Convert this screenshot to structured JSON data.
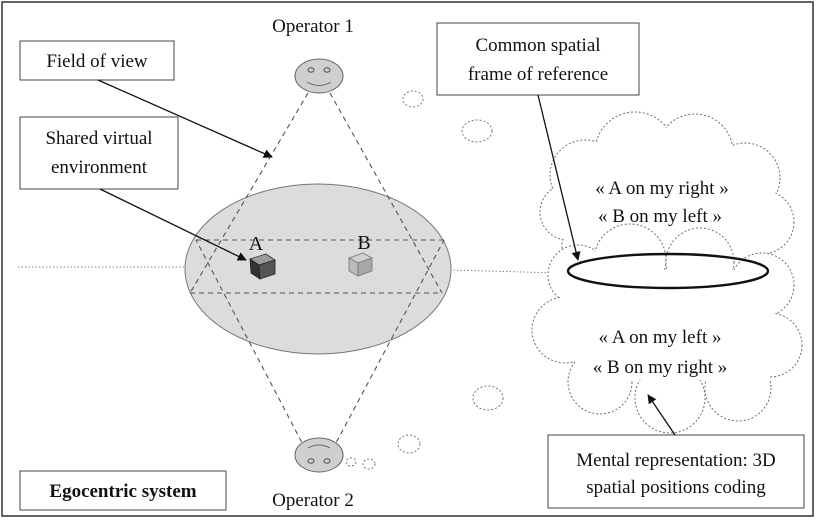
{
  "operators": {
    "top_label": "Operator 1",
    "bottom_label": "Operator 2"
  },
  "callouts": {
    "field_of_view": "Field of view",
    "shared_env_line1": "Shared virtual",
    "shared_env_line2": "environment",
    "common_frame_line1": "Common spatial",
    "common_frame_line2": "frame of reference",
    "mental_line1": "Mental representation: 3D",
    "mental_line2": "spatial positions coding"
  },
  "objects": {
    "a_label": "A",
    "b_label": "B"
  },
  "clouds": {
    "top_line1": "« A on my right »",
    "top_line2": "« B on my left »",
    "bottom_line1": "« A on my left »",
    "bottom_line2": "« B on my right »"
  },
  "system_label": "Egocentric system"
}
